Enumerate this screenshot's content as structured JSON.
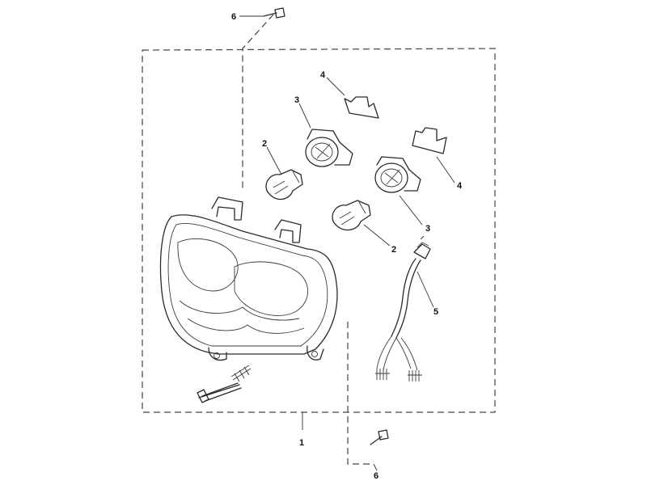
{
  "callouts": {
    "c1": "1",
    "c2a": "2",
    "c2b": "2",
    "c3a": "3",
    "c3b": "3",
    "c4a": "4",
    "c4b": "4",
    "c5": "5",
    "c6a": "6",
    "c6b": "6"
  },
  "colors": {
    "line": "#2a2a2a",
    "background": "#ffffff"
  }
}
